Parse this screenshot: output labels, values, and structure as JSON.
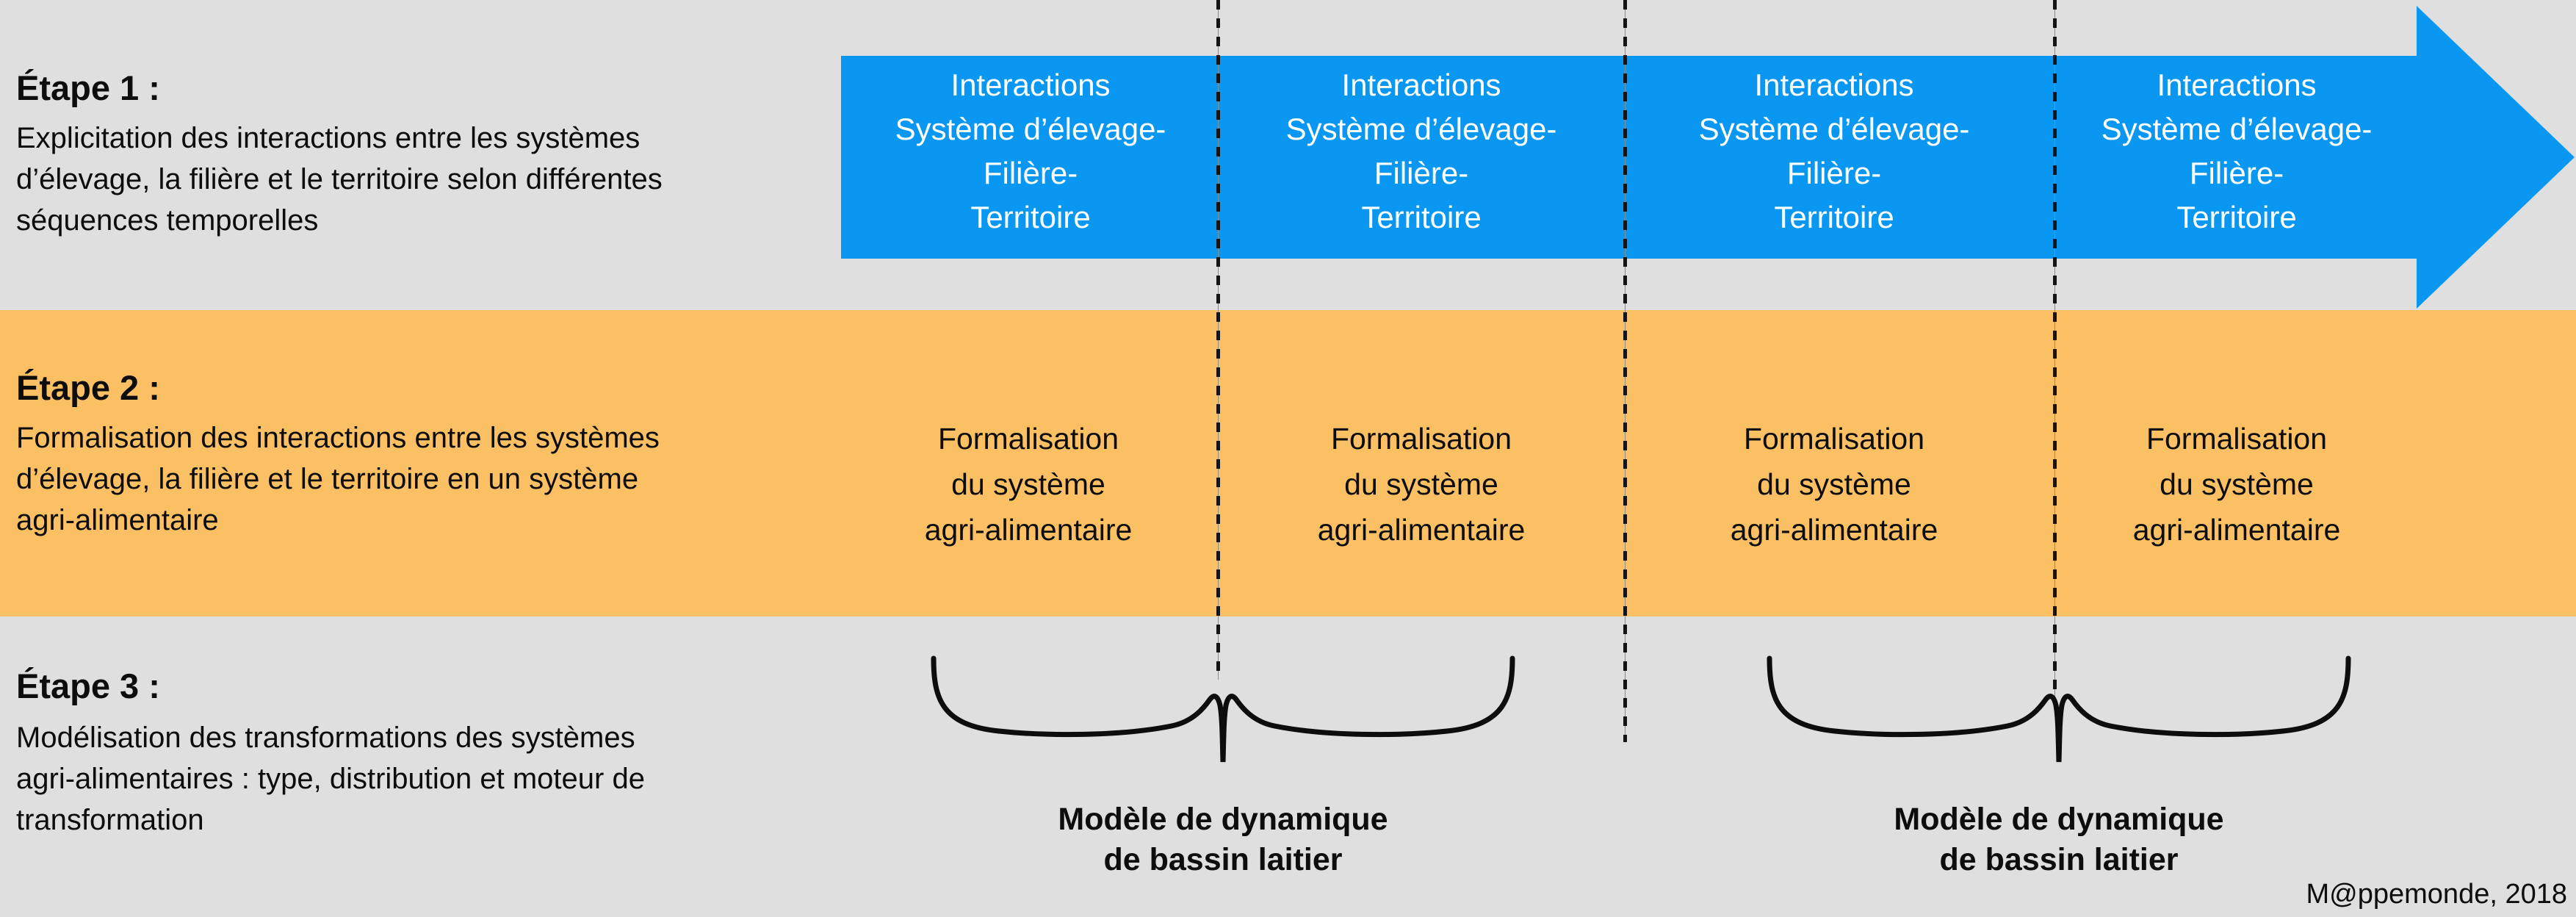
{
  "credit": "M@ppemonde, 2018",
  "colors": {
    "background": "#dfdfdf",
    "arrow_blue": "#0a97f2",
    "band_orange": "#fcc064",
    "text_dark": "#0d0d0d",
    "text_white": "#ffffff"
  },
  "steps": [
    {
      "title": "Étape 1 :",
      "lines": [
        "Explicitation des interactions entre les systèmes",
        "d’élevage, la filière et le territoire selon différentes",
        "séquences temporelles"
      ]
    },
    {
      "title": "Étape 2 :",
      "lines": [
        "Formalisation des interactions entre les systèmes",
        "d’élevage, la filière et le territoire en un système",
        "agri-alimentaire"
      ]
    },
    {
      "title": "Étape 3 :",
      "lines": [
        "Modélisation des transformations des systèmes",
        "agri-alimentaires : type, distribution et moteur de",
        "transformation"
      ]
    }
  ],
  "arrow_cells": [
    {
      "lines": [
        "Interactions",
        "Système d’élevage-",
        "Filière-",
        "Territoire"
      ]
    },
    {
      "lines": [
        "Interactions",
        "Système d’élevage-",
        "Filière-",
        "Territoire"
      ]
    },
    {
      "lines": [
        "Interactions",
        "Système d’élevage-",
        "Filière-",
        "Territoire"
      ]
    },
    {
      "lines": [
        "Interactions",
        "Système d’élevage-",
        "Filière-",
        "Territoire"
      ]
    }
  ],
  "formal_cells": [
    {
      "lines": [
        "Formalisation",
        "du système",
        "agri-alimentaire"
      ]
    },
    {
      "lines": [
        "Formalisation",
        "du système",
        "agri-alimentaire"
      ]
    },
    {
      "lines": [
        "Formalisation",
        "du système",
        "agri-alimentaire"
      ]
    },
    {
      "lines": [
        "Formalisation",
        "du système",
        "agri-alimentaire"
      ]
    }
  ],
  "model_labels": [
    {
      "lines": [
        "Modèle de dynamique",
        "de bassin laitier"
      ]
    },
    {
      "lines": [
        "Modèle de dynamique",
        "de bassin laitier"
      ]
    }
  ]
}
